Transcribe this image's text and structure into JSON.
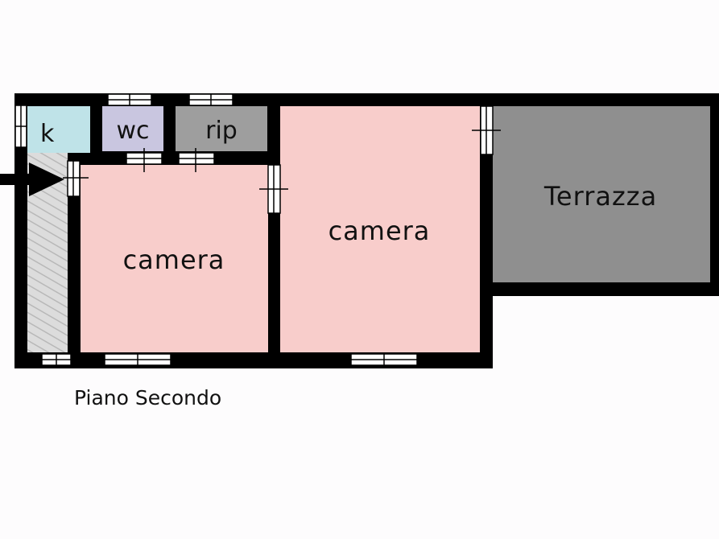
{
  "rooms": {
    "kitchen": {
      "label": "k",
      "color": "#bfe3e8"
    },
    "wc": {
      "label": "wc",
      "color": "#c9c6e0"
    },
    "storage": {
      "label": "rip",
      "color": "#9e9e9e"
    },
    "bedroom_left": {
      "label": "camera",
      "color": "#f8cdcb"
    },
    "bedroom_right": {
      "label": "camera",
      "color": "#f8cdcb"
    },
    "terrace": {
      "label": "Terrazza",
      "color": "#8f8f8f"
    }
  },
  "floor_label": "Piano Secondo",
  "wall_color": "#000000"
}
